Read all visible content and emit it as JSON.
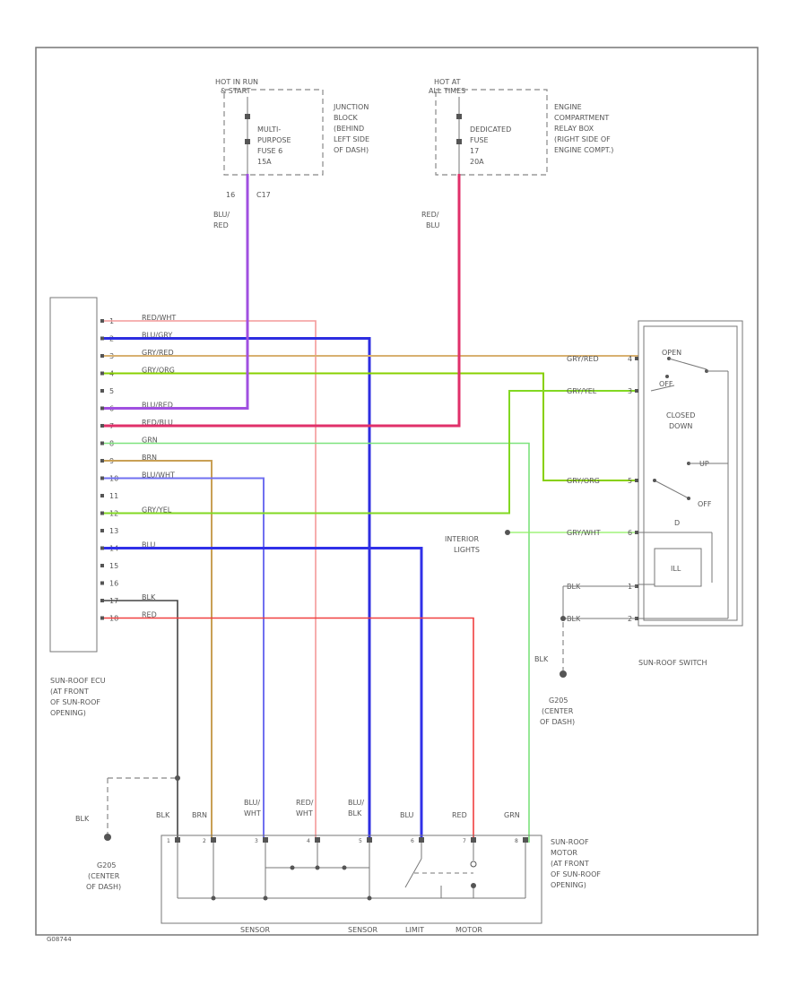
{
  "colors": {
    "red_wht": "#f39a9a",
    "blu_gry": "#2d2de0",
    "gry_red": "#d8b070",
    "gry_org": "#88d000",
    "blu_red": "#a050e0",
    "red_blu": "#e0306a",
    "grn": "#7de37d",
    "grn_loop": "#8ef060",
    "brn": "#c9a055",
    "blu_wht": "#7070f0",
    "gry_yel": "#82d822",
    "blu": "#3030e8",
    "blk": "#444444",
    "red": "#f04040"
  },
  "fuse_left": {
    "hot_label_1": "HOT IN RUN",
    "hot_label_2": "& START",
    "fuse_lines": [
      "MULTI-",
      "PURPOSE",
      "FUSE 6",
      "15A"
    ],
    "location_lines": [
      "JUNCTION",
      "BLOCK",
      "(BEHIND",
      "LEFT SIDE",
      "OF DASH)"
    ],
    "pins": [
      "16",
      "C17"
    ],
    "wire_lines": [
      "BLU/",
      "RED"
    ]
  },
  "fuse_right": {
    "hot_label_1": "HOT AT",
    "hot_label_2": "ALL TIMES",
    "fuse_lines": [
      "DEDICATED",
      "FUSE",
      "17",
      "20A"
    ],
    "location_lines": [
      "ENGINE",
      "COMPARTMENT",
      "RELAY BOX",
      "(RIGHT SIDE OF",
      "ENGINE COMPT.)"
    ],
    "wire_lines": [
      "RED/",
      "BLU"
    ]
  },
  "ecu": {
    "pins": [
      {
        "num": "1",
        "label": "RED/WHT"
      },
      {
        "num": "2",
        "label": "BLU/GRY"
      },
      {
        "num": "3",
        "label": "GRY/RED"
      },
      {
        "num": "4",
        "label": "GRY/ORG"
      },
      {
        "num": "5",
        "label": ""
      },
      {
        "num": "6",
        "label": "BLU/RED"
      },
      {
        "num": "7",
        "label": "RED/BLU"
      },
      {
        "num": "8",
        "label": "GRN"
      },
      {
        "num": "9",
        "label": "BRN"
      },
      {
        "num": "10",
        "label": "BLU/WHT"
      },
      {
        "num": "11",
        "label": ""
      },
      {
        "num": "12",
        "label": "GRY/YEL"
      },
      {
        "num": "13",
        "label": ""
      },
      {
        "num": "14",
        "label": "BLU"
      },
      {
        "num": "15",
        "label": ""
      },
      {
        "num": "16",
        "label": ""
      },
      {
        "num": "17",
        "label": "BLK"
      },
      {
        "num": "18",
        "label": "RED"
      }
    ],
    "label_lines": [
      "SUN-ROOF ECU",
      "(AT FRONT",
      "OF SUN-ROOF",
      "OPENING)"
    ]
  },
  "switch": {
    "title": "SUN-ROOF SWITCH",
    "pins": [
      {
        "num": "4",
        "label": "GRY/RED"
      },
      {
        "num": "3",
        "label": "GRY/YEL"
      },
      {
        "num": "5",
        "label": "GRY/ORG"
      },
      {
        "num": "6",
        "label": "GRY/WHT"
      },
      {
        "num": "1",
        "label": "BLK"
      },
      {
        "num": "2",
        "label": "BLK"
      }
    ],
    "open_label": "OPEN",
    "off_label_1": "OFF",
    "closed_label_1": "CLOSED",
    "closed_label_2": "DOWN",
    "up_label": "UP",
    "off_label_2": "OFF",
    "ill_label": "ILL",
    "diode_label": "D"
  },
  "interior_lights": [
    "INTERIOR",
    "LIGHTS"
  ],
  "ground_switch": {
    "wire": "BLK",
    "lines": [
      "G205",
      "(CENTER",
      "OF DASH)"
    ]
  },
  "ground_motor": {
    "wire": "BLK",
    "lines": [
      "G205",
      "(CENTER",
      "OF DASH)"
    ]
  },
  "motor": {
    "wire_labels": [
      {
        "l1": "BLK",
        "l2": ""
      },
      {
        "l1": "BRN",
        "l2": ""
      },
      {
        "l1": "BLU/",
        "l2": "WHT"
      },
      {
        "l1": "RED/",
        "l2": "WHT"
      },
      {
        "l1": "BLU/",
        "l2": "BLK"
      },
      {
        "l1": "BLU",
        "l2": ""
      },
      {
        "l1": "RED",
        "l2": ""
      },
      {
        "l1": "GRN",
        "l2": ""
      }
    ],
    "label_lines": [
      "SUN-ROOF",
      "MOTOR",
      "(AT FRONT",
      "OF SUN-ROOF",
      "OPENING)"
    ],
    "bottom_labels": [
      "SENSOR",
      "SENSOR",
      "LIMIT",
      "MOTOR"
    ]
  },
  "figure_id": "G08744"
}
